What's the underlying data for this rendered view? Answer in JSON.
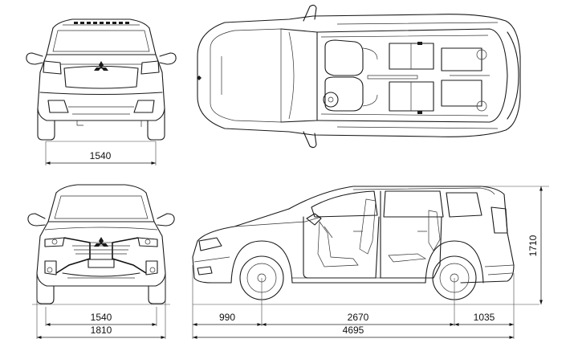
{
  "dimensions": {
    "rear_track": "1540",
    "front_track": "1540",
    "overall_width": "1810",
    "front_overhang": "990",
    "wheelbase": "2670",
    "rear_overhang": "1035",
    "overall_length": "4695",
    "overall_height": "1710"
  }
}
